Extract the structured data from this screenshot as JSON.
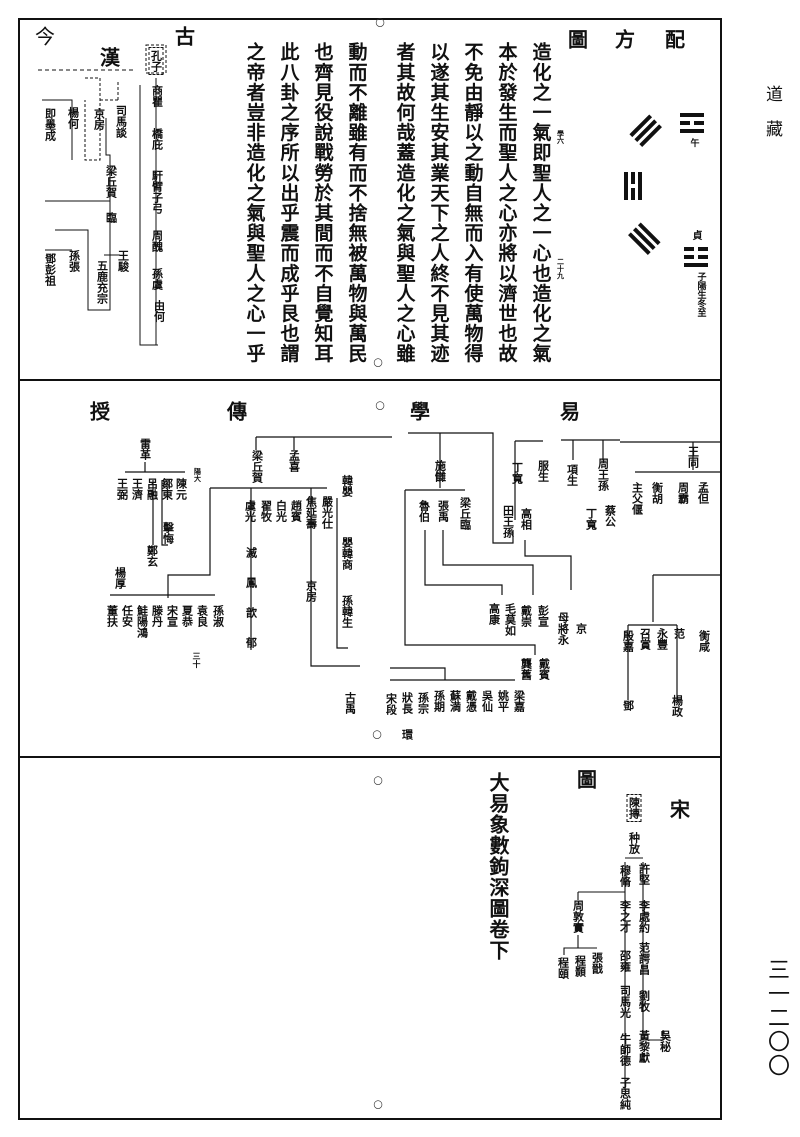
{
  "margin": {
    "collection": "道藏",
    "page_number": "三一二〇〇"
  },
  "top_right": {
    "title": [
      "配",
      "方",
      "圖"
    ],
    "trigram_labels": [
      "午",
      "貞",
      "子陽生冬至"
    ],
    "text_columns": [
      "造化之一氣即聖人之一心也造化之氣",
      "本於發生而聖人之心亦將以濟世也故",
      "不免由靜以之動自無而入有使萬物得",
      "以遂其生安其業天下之人終不見其迹",
      "者其故何哉蓋造化之氣與聖人之心雖",
      "動而不離雖有而不捨無被萬物與萬民",
      "也齊見役說戰勞於其間而不自覺知耳",
      "此八卦之序所以出乎震而成乎艮也謂",
      "之帝者豈非造化之氣與聖人之心一乎"
    ],
    "notes": [
      "學六",
      "二十九"
    ]
  },
  "top_left": {
    "heading_ancient": "古",
    "heading_modern": "今",
    "dynasty": "漢",
    "nodes": [
      "孔子",
      "商瞿",
      "橋庇",
      "馯臂子弓",
      "周醜",
      "孫虞",
      "由何",
      "司馬談",
      "京房",
      "梁丘賀",
      "臨",
      "王駿",
      "五鹿充宗",
      "楊何",
      "即墨成",
      "孫張",
      "鄧彭祖"
    ]
  },
  "middle": {
    "title": [
      "授",
      "傳",
      "學",
      "易"
    ],
    "page_mark": "三十",
    "nodes": [
      "雷革",
      "王弼",
      "王濟",
      "呂融",
      "鄒東",
      "陳元",
      "陽大",
      "擊悔",
      "鄭玄",
      "梁丘賀",
      "孟喜",
      "虞光",
      "翟牧",
      "白光",
      "趙賓",
      "焦延壽",
      "嚴光仕",
      "韓嬰",
      "嬰韓商",
      "孫韓生",
      "滅",
      "鳳",
      "歆",
      "郁",
      "京房",
      "楊厚",
      "董扶",
      "任安",
      "鮭陽鴻",
      "滕丹",
      "宋宣",
      "夏恭",
      "袁良",
      "孫淑",
      "古禹",
      "施讎",
      "服生",
      "丁寬",
      "項生",
      "周王孫",
      "王同",
      "魯伯",
      "張禹",
      "梁丘臨",
      "田王孫",
      "高相",
      "丁寬",
      "蔡公",
      "主父偃",
      "衡胡",
      "周霸",
      "孟但",
      "高康",
      "毛莫如",
      "戴崇",
      "彭宣",
      "母將永",
      "京",
      "殷嘉",
      "召賞",
      "永豐",
      "范",
      "衡咸",
      "鄧",
      "楊政",
      "龔舊",
      "戴賓",
      "宋段",
      "狀長",
      "孫宗",
      "孫期",
      "蘇満",
      "戴憑",
      "吳仙",
      "姚平",
      "梁嘉",
      "環"
    ]
  },
  "bottom": {
    "volume_title": "大易象數鉤深圖卷下",
    "title": "圖",
    "dynasty": "宋",
    "nodes": [
      "陳摶",
      "种放",
      "許堅",
      "穆脩",
      "李處約",
      "范諤昌",
      "劉牧",
      "黃黎獻",
      "吳秘",
      "李之才",
      "邵雍",
      "司馬光",
      "牛師德",
      "子思純",
      "周敦實",
      "張戩",
      "程顥",
      "程頤"
    ]
  }
}
